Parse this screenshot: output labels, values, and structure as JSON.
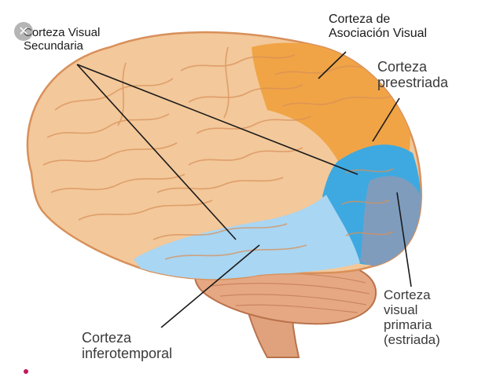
{
  "labels": {
    "secundaria": [
      "Corteza Visual",
      "Secundaria"
    ],
    "asociacion": [
      "Corteza de",
      "Asociación Visual"
    ],
    "preestriada": [
      "Corteza",
      "preestriada"
    ],
    "primaria": [
      "Corteza",
      "visual",
      "primaria",
      "(estriada)"
    ],
    "inferotemporal": [
      "Corteza",
      "inferotemporal"
    ]
  },
  "close_button": {
    "icon": "close-icon",
    "glyph": "✕"
  },
  "colors": {
    "cortex": "#f3c89a",
    "cortex_outline": "#d8905a",
    "association": "#f0a445",
    "prestriate": "#3ea9e0",
    "primary": "#7f9cbd",
    "inferotemporal": "#a9d6f2",
    "cerebellum": "#e6a882",
    "brainstem": "#e0a27d"
  }
}
